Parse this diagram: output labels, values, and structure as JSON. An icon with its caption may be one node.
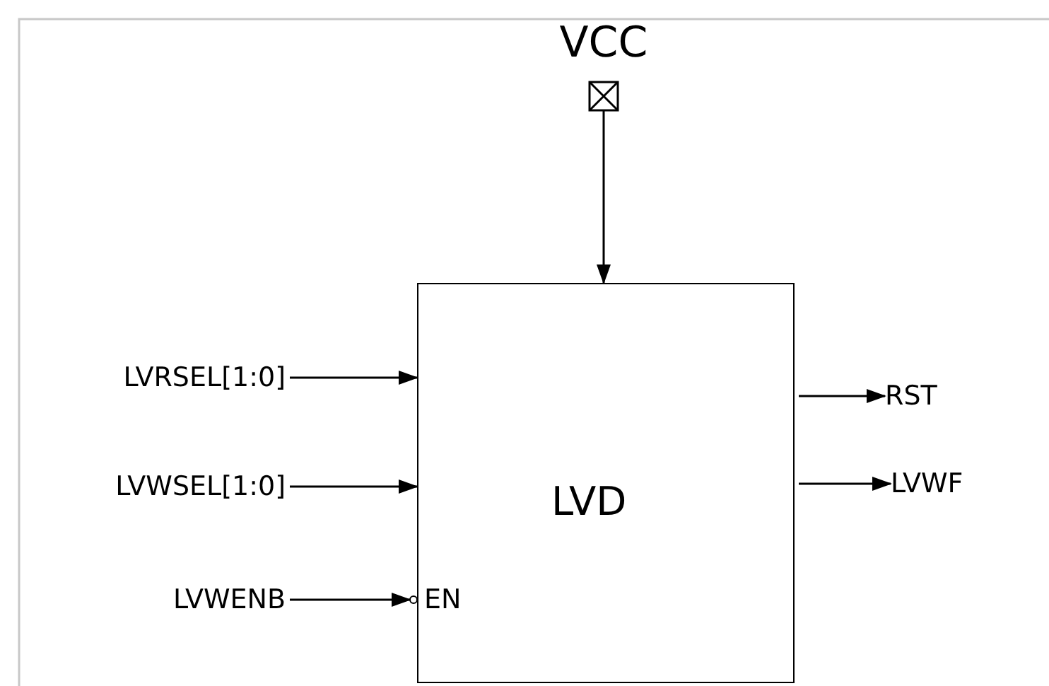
{
  "diagram": {
    "nodes": [
      {
        "text": [
          "VCC"
        ]
      },
      {
        "text": [
          "LVD",
          "EN"
        ]
      },
      {
        "text": [
          "LVRSEL[1:0]"
        ]
      },
      {
        "text": [
          "LVWSEL[1:0]"
        ]
      },
      {
        "text": [
          "LVWENB"
        ]
      },
      {
        "text": [
          "RST"
        ]
      },
      {
        "text": [
          "LVWF"
        ]
      }
    ],
    "edges": [
      {
        "from": 0,
        "to": 1,
        "arrow": "to"
      },
      {
        "from": 2,
        "to": 1,
        "arrow": "to"
      },
      {
        "from": 3,
        "to": 1,
        "arrow": "to"
      },
      {
        "from": 4,
        "to": 1,
        "arrow": "to"
      },
      {
        "from": 1,
        "to": 5,
        "arrow": "to"
      },
      {
        "from": 1,
        "to": 6,
        "arrow": "to"
      }
    ]
  }
}
